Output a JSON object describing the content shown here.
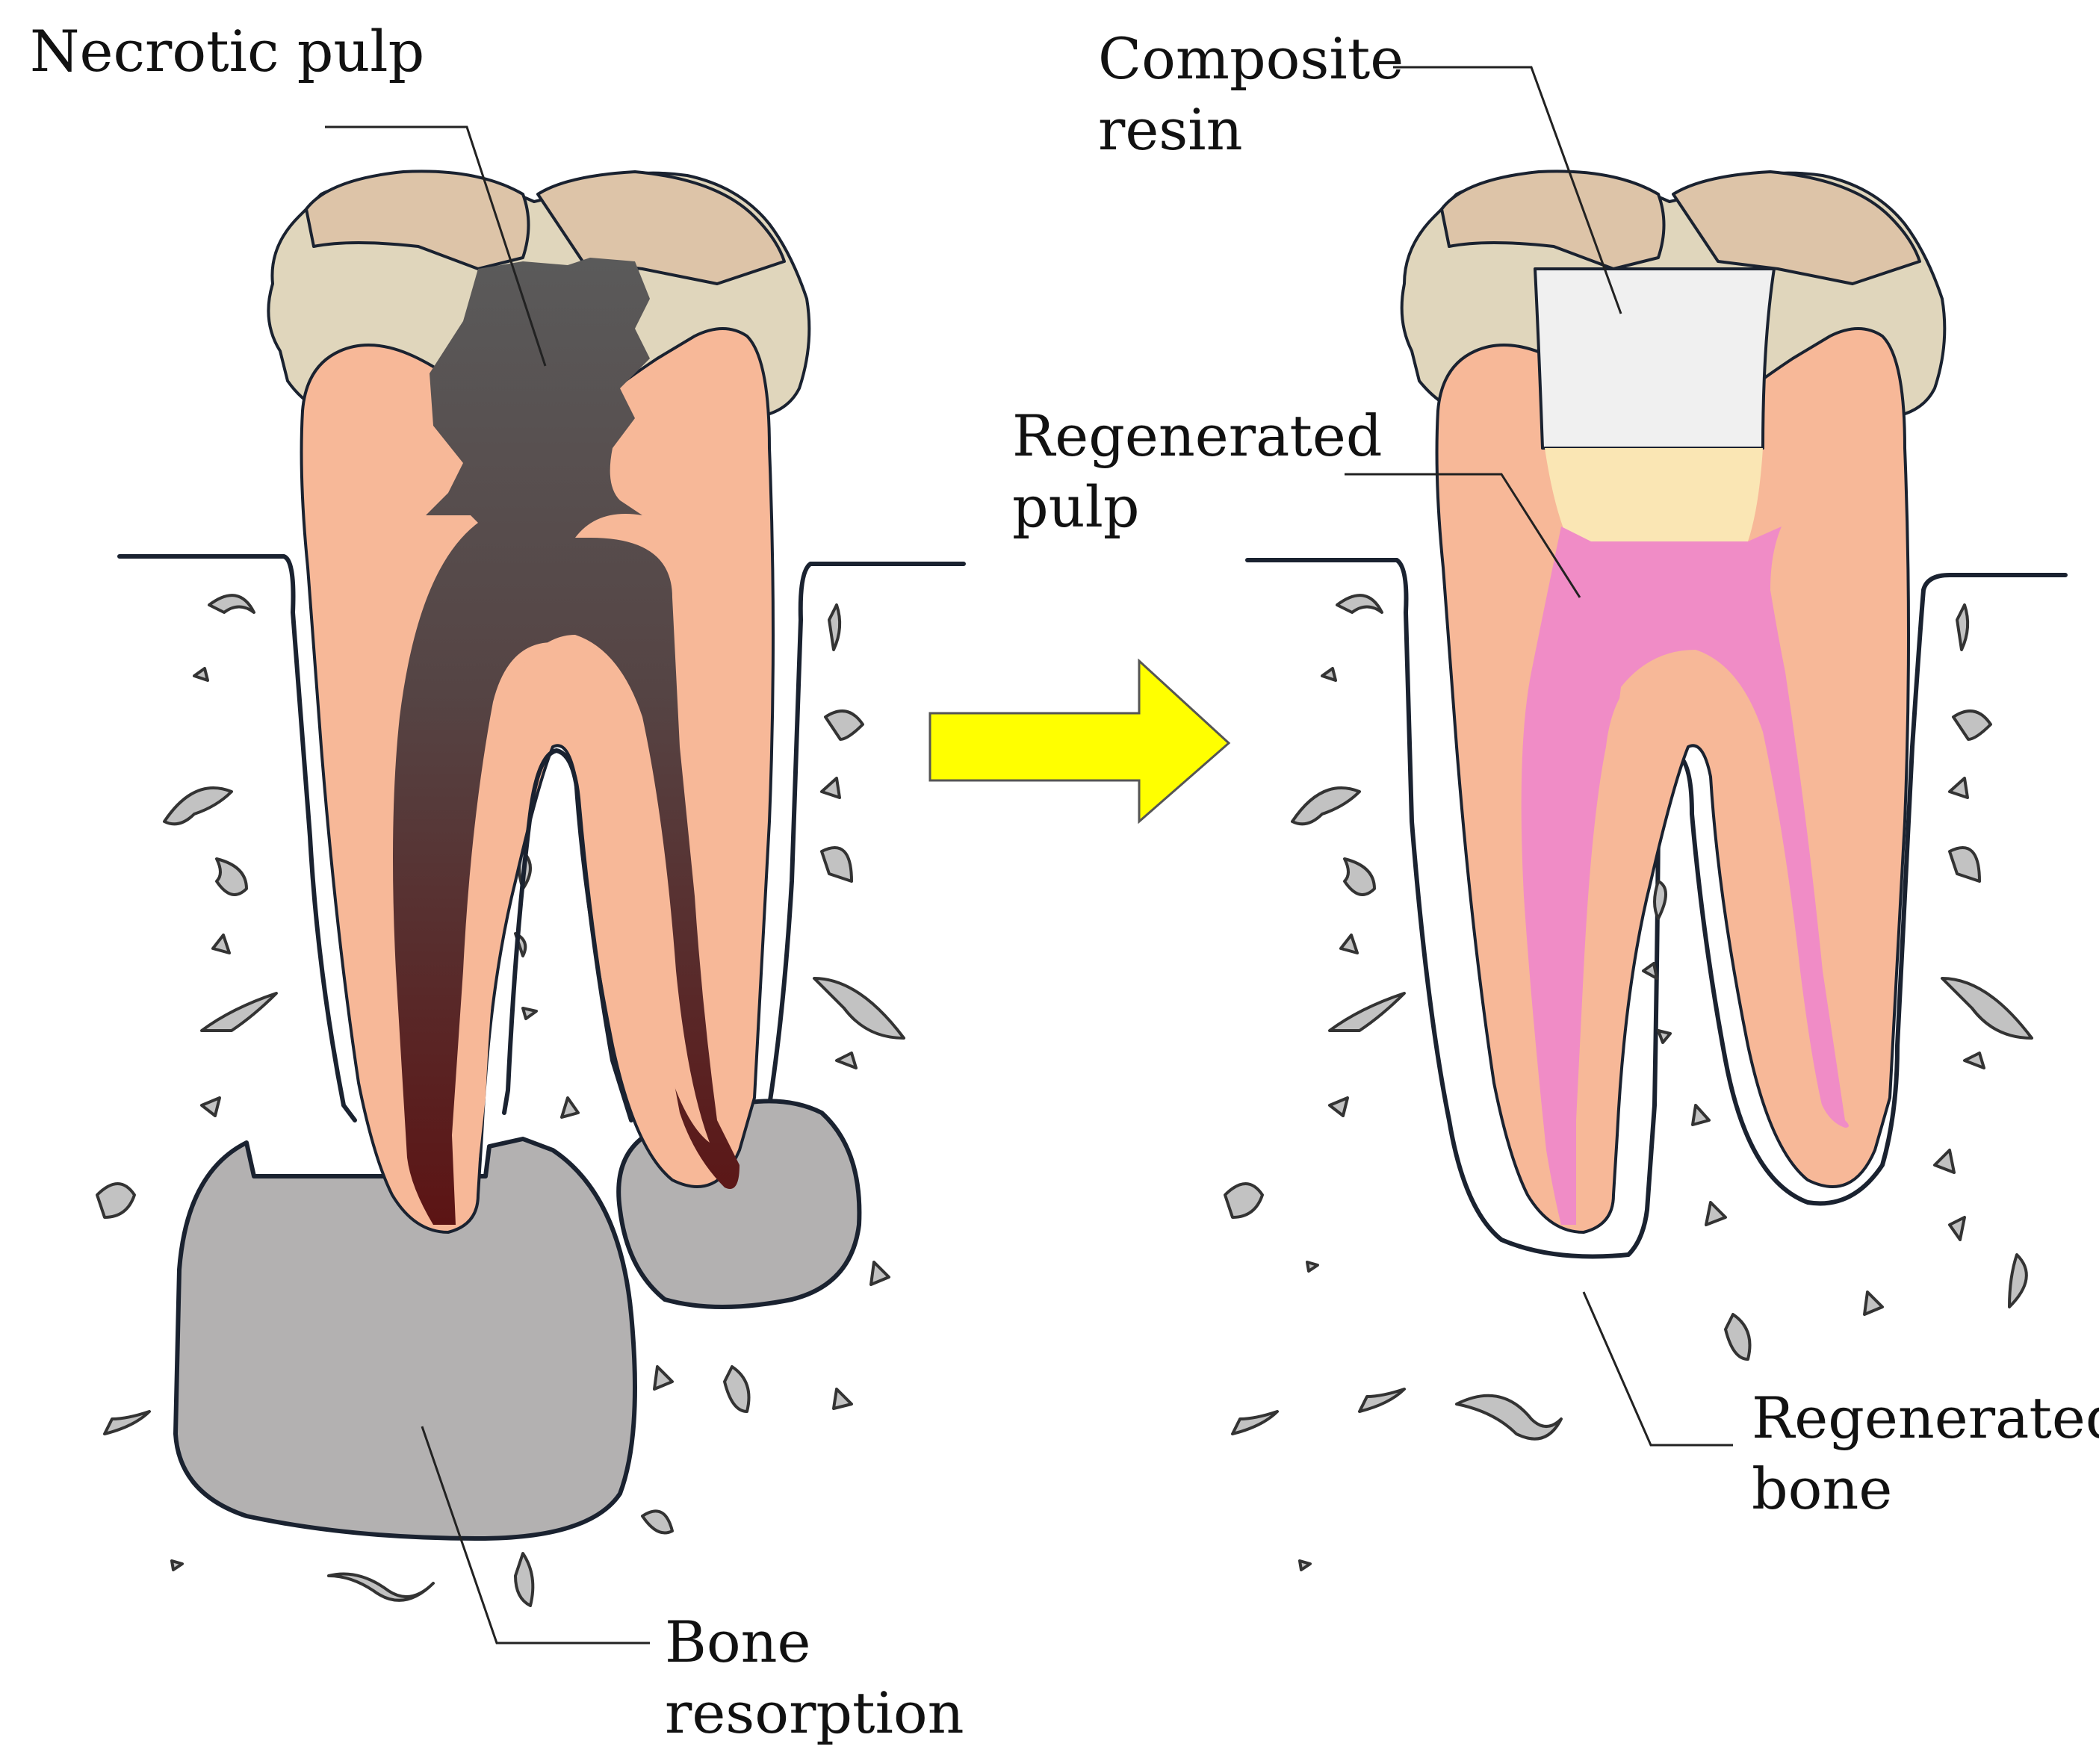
{
  "labels": {
    "necrotic_pulp": "Necrotic pulp",
    "bone_resorption": [
      "Bone",
      "resorption"
    ],
    "composite_resin": [
      "Composite",
      "resin"
    ],
    "regenerated_pulp": [
      "Regenerated",
      "pulp"
    ],
    "regenerated_bone": [
      "Regenerated",
      "bone"
    ]
  },
  "colors": {
    "enamel": "#e0d6bc",
    "enamel_cusp": "#ddc4a8",
    "dentin": "#f7b898",
    "necrotic_pulp_top": "#5a5a5a",
    "necrotic_pulp_bottom": "#5c1414",
    "resorbed_bone": "#b3b1b1",
    "composite_resin": "#f0f0f0",
    "resin_base": "#fae6b4",
    "regenerated_pulp": "#f08cc6",
    "bone_fragment": "#c2c2c2",
    "arrow": "#ffff00",
    "outline": "#1a2230"
  },
  "icons": {
    "transition": "right-arrow-icon"
  }
}
